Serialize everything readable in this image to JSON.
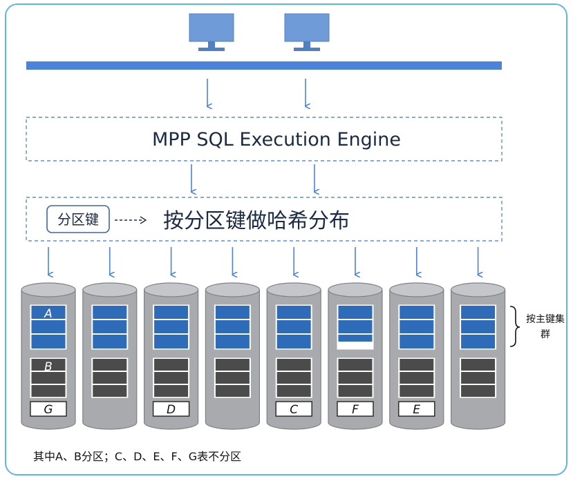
{
  "engine_label": "MPP SQL Execution Engine",
  "partition_key_label": "分区键",
  "hash_distribution_label": "按分区键做哈希分布",
  "cluster_note": "按主键集群",
  "footnote": "其中A、B分区；C、D、E、F、G表不分区",
  "nodes": [
    {
      "blue_label": "A",
      "gray_label": "B",
      "table_label": "G"
    },
    {
      "blue_label": "",
      "gray_label": "",
      "table_label": ""
    },
    {
      "blue_label": "",
      "gray_label": "",
      "table_label": "D"
    },
    {
      "blue_label": "",
      "gray_label": "",
      "table_label": ""
    },
    {
      "blue_label": "",
      "gray_label": "",
      "table_label": "C"
    },
    {
      "blue_label": "",
      "gray_label": "",
      "table_label": "F"
    },
    {
      "blue_label": "",
      "gray_label": "",
      "table_label": "E"
    },
    {
      "blue_label": "",
      "gray_label": "",
      "table_label": ""
    }
  ],
  "colors": {
    "bus": "#4a82dc",
    "arrow": "#4a82dc",
    "dash_border": "#5b8fd6",
    "cylinder_body": "#a9aaad",
    "cylinder_top": "#c4c6ca",
    "blue_cell": "#2e6bb8",
    "gray_cell": "#4b4b4b",
    "monitor": "#6f9bd9"
  }
}
